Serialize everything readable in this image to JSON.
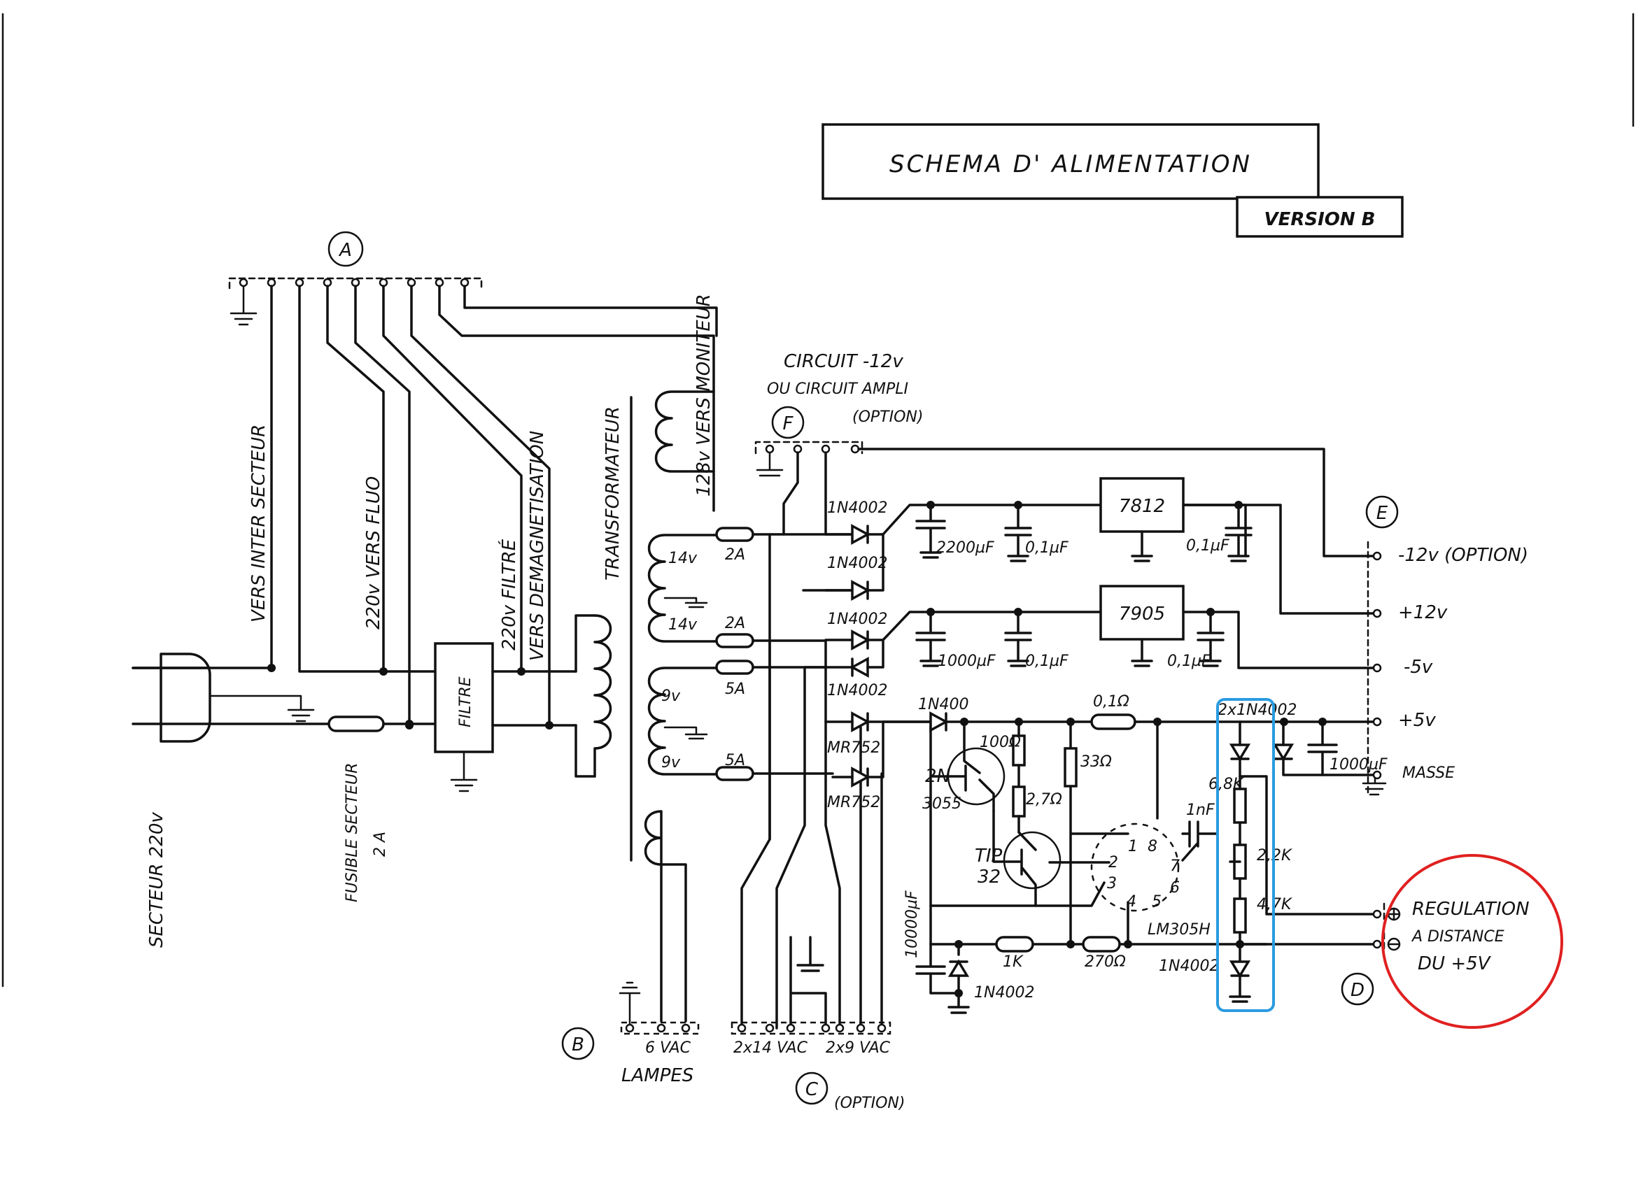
{
  "title": "SCHEMA D' ALIMENTATION",
  "version": "VERSION B",
  "connectors": {
    "a": "A",
    "b": "B",
    "c": "C",
    "d": "D",
    "e": "E",
    "f": "F"
  },
  "labels": {
    "secteur": "SECTEUR 220v",
    "fusible": "FUSIBLE SECTEUR",
    "fusible_val": "2 A",
    "filtre": "FILTRE",
    "vers_inter": "VERS INTER SECTEUR",
    "vers_fluo": "220v VERS FLUO",
    "filtre_220": "220v FILTRÉ",
    "vers_demag": "VERS DEMAGNETISATION",
    "transformateur": "TRANSFORMATEUR",
    "vers_moniteur": "128v VERS MONITEUR",
    "circuit_12": "CIRCUIT -12v",
    "circuit_ampli": "OU CIRCUIT AMPLI",
    "option_f": "(OPTION)",
    "lampes": "LAMPES",
    "vac6": "6 VAC",
    "vac14": "2x14 VAC",
    "vac9": "2x9 VAC",
    "option_c": "(OPTION)",
    "masse": "MASSE",
    "regulation": "REGULATION",
    "a_distance": "A DISTANCE",
    "du_5v": "DU +5V"
  },
  "windings": [
    "14v",
    "14v",
    "9v",
    "9v"
  ],
  "fuses": [
    "2A",
    "2A",
    "5A",
    "5A"
  ],
  "diodes": [
    "1N4002",
    "1N4002",
    "1N4002",
    "1N4002",
    "MR752",
    "MR752",
    "1N400",
    "1N4002",
    "1N4002",
    "2x1N4002"
  ],
  "regulators": [
    "7812",
    "7905"
  ],
  "capacitors": [
    "2200µF",
    "0,1µF",
    "0,1µF",
    "1000µF",
    "0,1µF",
    "0,1µF",
    "1000µF",
    "10000µF",
    "1nF"
  ],
  "resistors": [
    "0,1Ω",
    "100Ω",
    "2,7Ω",
    "33Ω",
    "1K",
    "270Ω",
    "6,8K",
    "2,2K",
    "4,7K"
  ],
  "transistors": {
    "q1_a": "2N",
    "q1_b": "3055",
    "q2_a": "TIP",
    "q2_b": "32"
  },
  "ic": {
    "name": "LM305H",
    "pins": [
      "1",
      "8",
      "7",
      "2",
      "6",
      "3",
      "4",
      "5"
    ]
  },
  "outputs": [
    "-12v (OPTION)",
    "+12v",
    "-5v",
    "+5v"
  ],
  "highlight_colors": {
    "blue_box": "#2b9be0",
    "red_circle": "#e02020"
  }
}
